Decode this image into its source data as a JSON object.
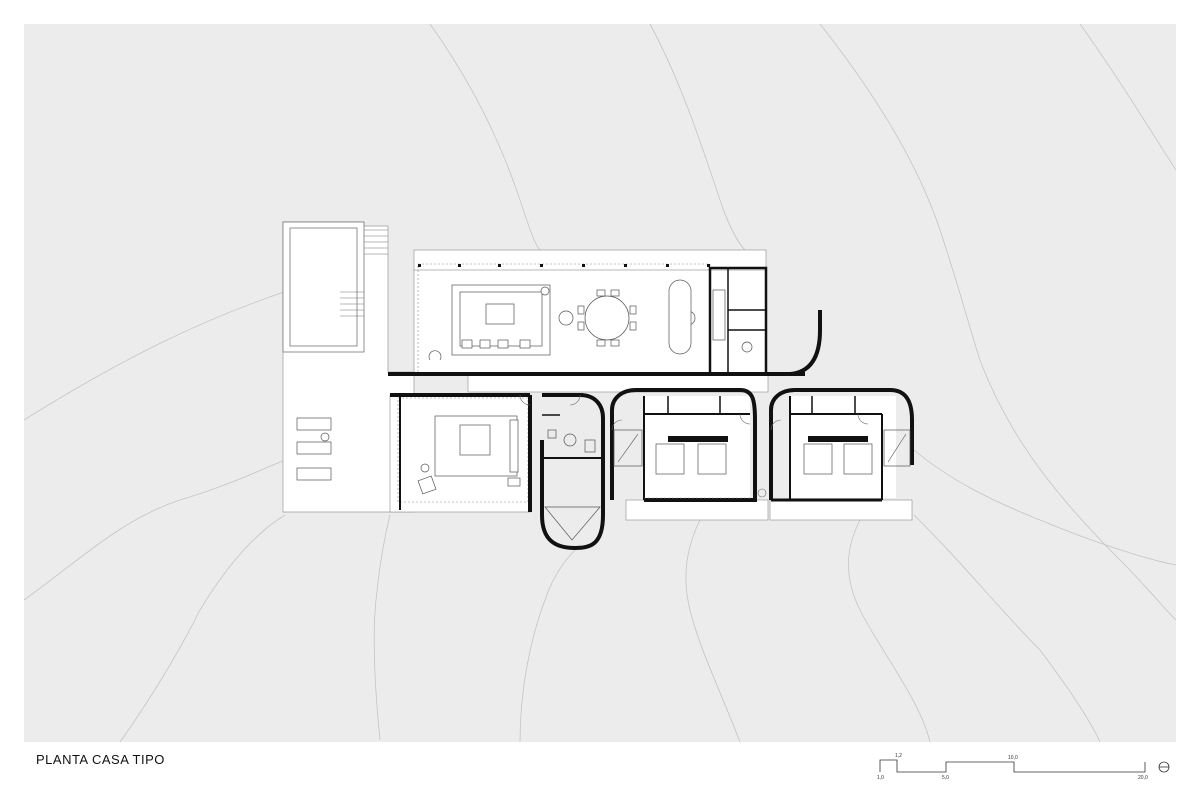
{
  "title": "PLANTA  CASA TIPO",
  "scale_bar": {
    "labels_top": [
      "1,2",
      "10,0"
    ],
    "labels_bottom": [
      "1,0",
      "5,0",
      "20,0"
    ]
  },
  "north_symbol": "north-arrow-icon"
}
